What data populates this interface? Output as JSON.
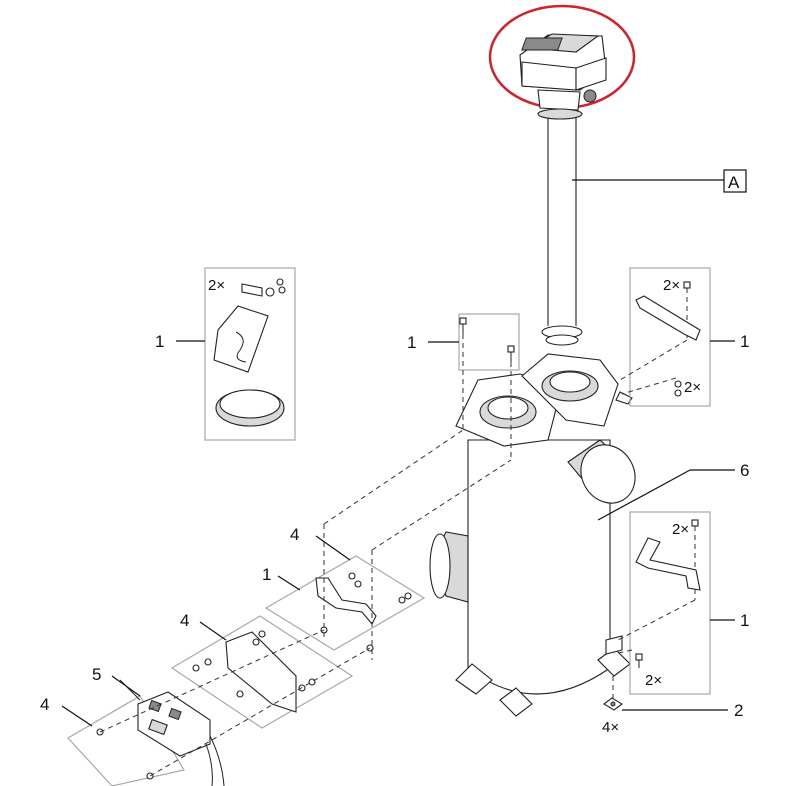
{
  "callouts": {
    "kit_left": "1",
    "kit_center": "1",
    "kit_right_top": "1",
    "kit_right_bottom": "1",
    "feet": "2",
    "plate_top": "4",
    "plate_mid": "4",
    "plate_bottom": "4",
    "clip_kit": "1",
    "control_box": "5",
    "housing": "6",
    "pipe": "A"
  },
  "quantities": {
    "left_kit_screws": "2×",
    "right_top_screws": "2×",
    "right_top_lower": "2×",
    "right_bottom_screws": "2×",
    "right_bottom_lower": "2×",
    "feet_count": "4×"
  },
  "colors": {
    "highlight": "#d4202a",
    "line": "#111111",
    "box": "#a8a8a8",
    "shade": "#d9d9d9"
  }
}
